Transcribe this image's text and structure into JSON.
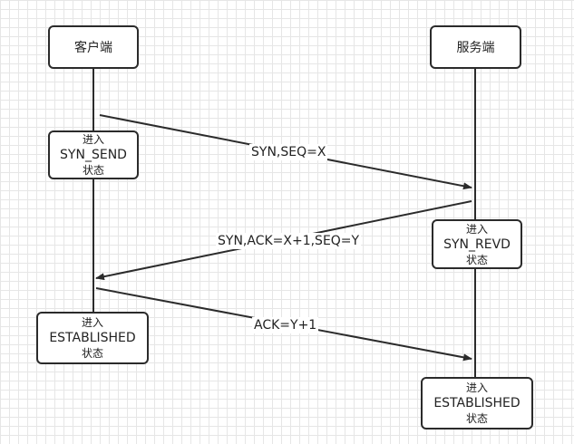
{
  "participants": {
    "client": "客户端",
    "server": "服务端"
  },
  "states": {
    "syn_send": {
      "prefix": "进入",
      "name": "SYN_SEND",
      "suffix": "状态"
    },
    "syn_revd": {
      "prefix": "进入",
      "name": "SYN_REVD",
      "suffix": "状态"
    },
    "client_established": {
      "prefix": "进入",
      "name": "ESTABLISHED",
      "suffix": "状态"
    },
    "server_established": {
      "prefix": "进入",
      "name": "ESTABLISHED",
      "suffix": "状态"
    }
  },
  "messages": {
    "syn": "SYN,SEQ=X",
    "syn_ack": "SYN,ACK=X+1,SEQ=Y",
    "ack": "ACK=Y+1"
  },
  "colors": {
    "line": "#2b2b2b",
    "grid": "#e6e6e6",
    "node_border": "#2b2b2b"
  }
}
